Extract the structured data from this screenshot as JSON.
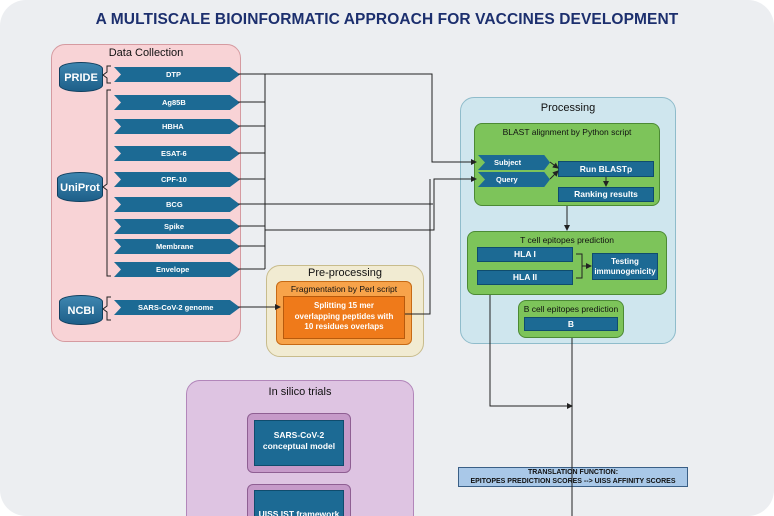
{
  "title": "A MULTISCALE BIOINFORMATIC APPROACH FOR VACCINES DEVELOPMENT",
  "data_collection": {
    "label": "Data Collection",
    "databases": [
      "PRIDE",
      "UniProt",
      "NCBI"
    ],
    "pride_items": [
      "DTP"
    ],
    "uniprot_items": [
      "Ag85B",
      "HBHA",
      "ESAT-6",
      "CPF-10",
      "BCG",
      "Spike",
      "Membrane",
      "Envelope"
    ],
    "ncbi_items": [
      "SARS-CoV-2 genome"
    ]
  },
  "preprocessing": {
    "label": "Pre-processing",
    "fragmentation_label": "Fragmentation by Perl script",
    "splitting_text": "Splitting 15 mer\noverlapping peptides with\n10 residues overlaps"
  },
  "processing": {
    "label": "Processing",
    "blast": {
      "label": "BLAST alignment by Python script",
      "subject": "Subject",
      "query": "Query",
      "run": "Run BLASTp",
      "ranking": "Ranking results"
    },
    "tcell": {
      "label": "T cell epitopes prediction",
      "hla1": "HLA I",
      "hla2": "HLA II",
      "testing": "Testing\nimmunogenicity"
    },
    "bcell": {
      "label": "B cell epitopes prediction",
      "b": "B"
    }
  },
  "insilico": {
    "label": "In silico trials",
    "model": "SARS-CoV-2\nconceptual model",
    "framework": "UISS IST framework"
  },
  "translation": {
    "line1": "TRANSLATION FUNCTION:",
    "line2": "EPITOPES PREDICTION SCORES --> UISS AFFINITY SCORES"
  }
}
